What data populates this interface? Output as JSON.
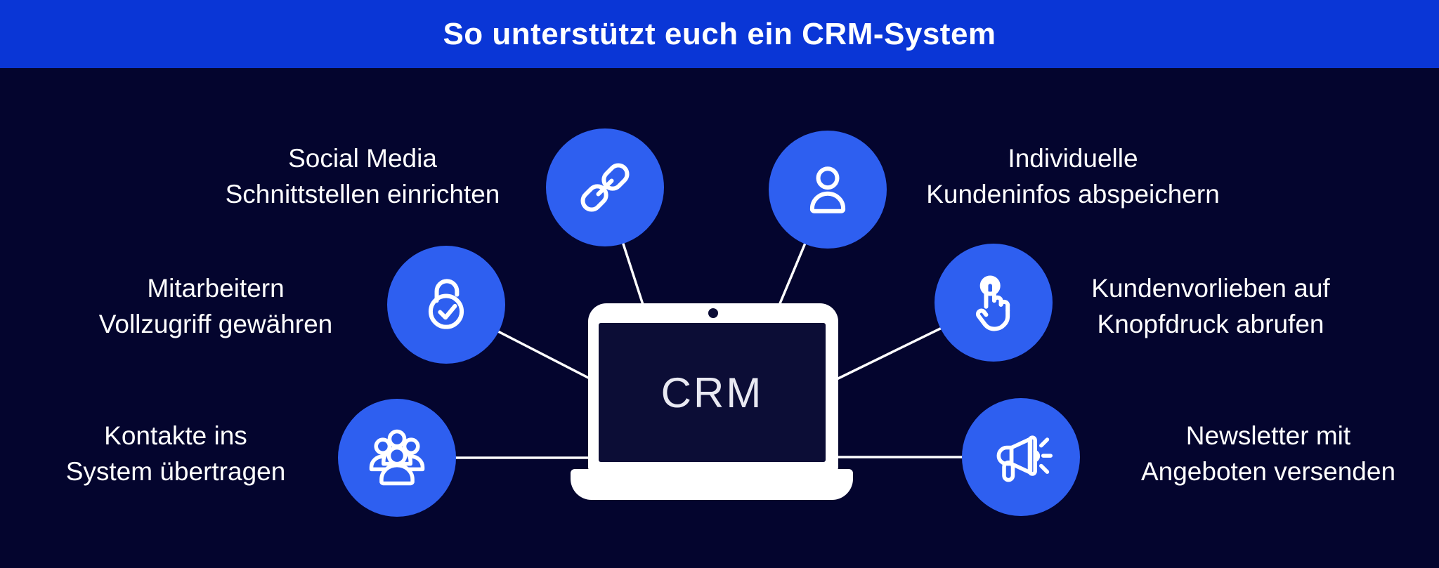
{
  "header": {
    "title": "So unterstützt euch ein CRM-System"
  },
  "center": {
    "device": "laptop",
    "label": "CRM"
  },
  "nodes": [
    {
      "id": "social-media",
      "icon": "link-icon",
      "lines": [
        "Social Media",
        "Schnittstellen einrichten"
      ]
    },
    {
      "id": "customer-info",
      "icon": "user-icon",
      "lines": [
        "Individuelle",
        "Kundeninfos abspeichern"
      ]
    },
    {
      "id": "full-access",
      "icon": "unlock-check-icon",
      "lines": [
        "Mitarbeitern",
        "Vollzugriff gewähren"
      ]
    },
    {
      "id": "preferences",
      "icon": "tap-icon",
      "lines": [
        "Kundenvorlieben auf",
        "Knopfdruck abrufen"
      ]
    },
    {
      "id": "contacts",
      "icon": "users-group-icon",
      "lines": [
        "Kontakte ins",
        "System übertragen"
      ]
    },
    {
      "id": "newsletter",
      "icon": "megaphone-icon",
      "lines": [
        "Newsletter mit",
        "Angeboten versenden"
      ]
    }
  ],
  "colors": {
    "header_bg": "#0a36d6",
    "background": "#04052e",
    "bubble": "#2e5ff0",
    "screen": "#0c0d36",
    "text": "#ffffff",
    "crm_text": "#e9e9f2",
    "line": "#ffffff"
  }
}
